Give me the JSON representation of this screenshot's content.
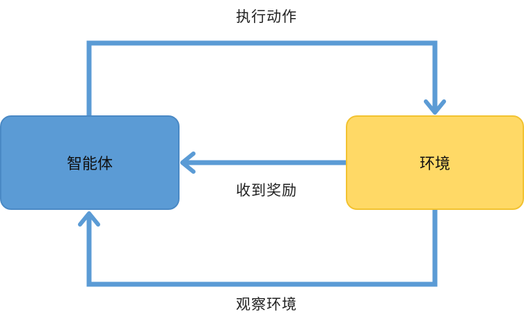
{
  "nodes": {
    "agent": {
      "label": "智能体",
      "color": "#5b9bd5"
    },
    "environment": {
      "label": "环境",
      "color": "#ffd966"
    }
  },
  "edges": {
    "action": {
      "label": "执行动作",
      "from": "agent",
      "to": "environment"
    },
    "reward": {
      "label": "收到奖励",
      "from": "environment",
      "to": "agent"
    },
    "observe": {
      "label": "观察环境",
      "from": "environment",
      "to": "agent"
    }
  },
  "colors": {
    "arrow": "#5b9bd5"
  }
}
